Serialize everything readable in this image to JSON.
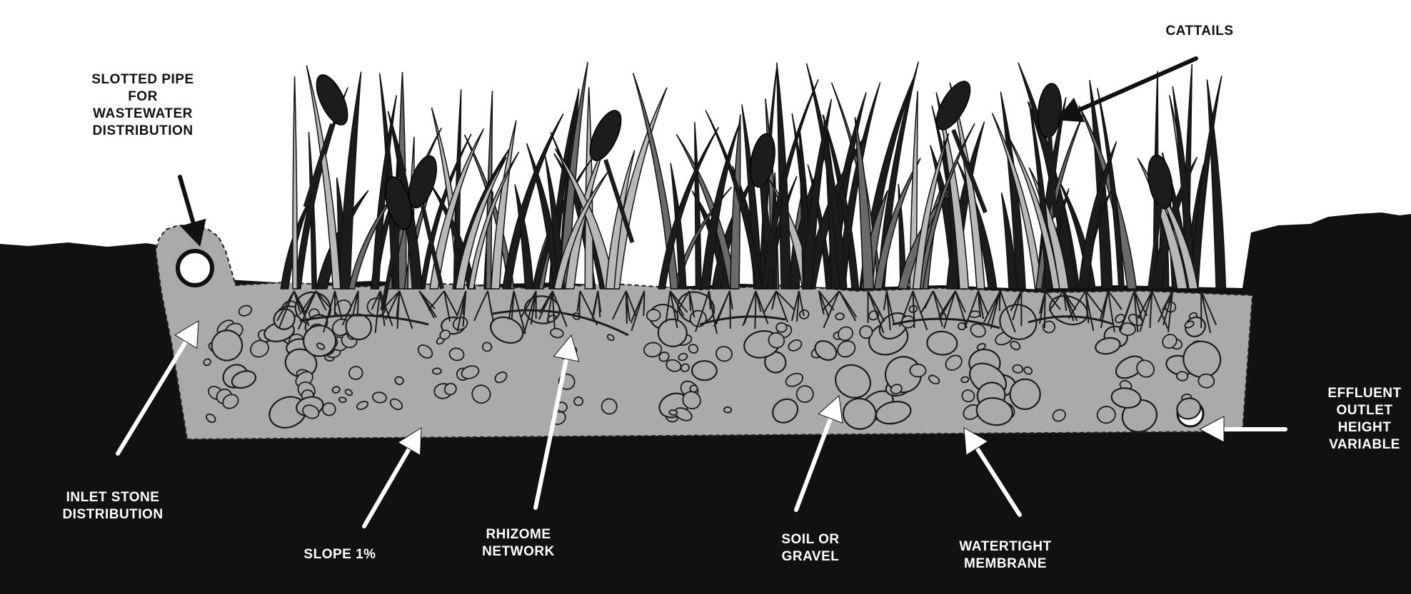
{
  "labels": {
    "slotted_pipe": [
      "SLOTTED PIPE",
      "FOR",
      "WASTEWATER",
      "DISTRIBUTION"
    ],
    "cattails": [
      "CATTAILS"
    ],
    "inlet_stone": [
      "INLET STONE",
      "DISTRIBUTION"
    ],
    "slope": [
      "SLOPE 1%"
    ],
    "rhizome": [
      "RHIZOME",
      "NETWORK"
    ],
    "soil": [
      "SOIL OR",
      "GRAVEL"
    ],
    "membrane": [
      "WATERTIGHT",
      "MEMBRANE"
    ],
    "effluent": [
      "EFFLUENT",
      "OUTLET",
      "HEIGHT",
      "VARIABLE"
    ]
  },
  "colors": {
    "ground": "#111111",
    "bed": "#a9aaa9",
    "background": "#ffffff",
    "arrow_light": "#ffffff",
    "arrow_dark": "#111111",
    "plant_dark": "#1c1c1c",
    "plant_mid": "#6a6a6a",
    "plant_light": "#b8b8b8"
  }
}
